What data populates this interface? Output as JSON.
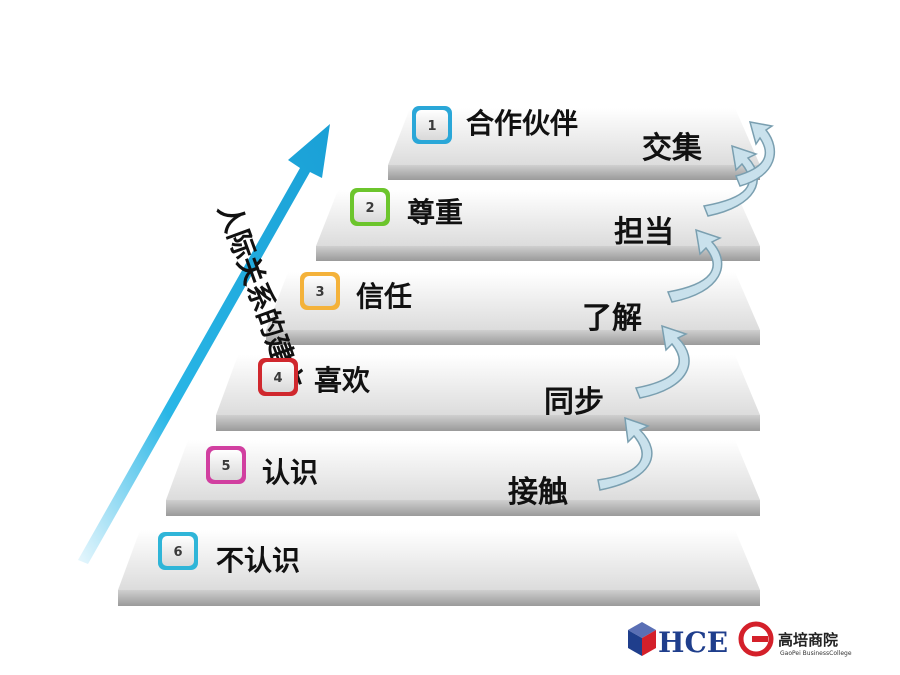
{
  "axis_label": "人际关系的建立",
  "levels": [
    {
      "num": "1",
      "label": "合作伙伴",
      "color": "#2aa7d8"
    },
    {
      "num": "2",
      "label": "尊重",
      "color": "#6cc52c"
    },
    {
      "num": "3",
      "label": "信任",
      "color": "#f4b23a"
    },
    {
      "num": "4",
      "label": "喜欢",
      "color": "#d0282e"
    },
    {
      "num": "5",
      "label": "认识",
      "color": "#d13fa0"
    },
    {
      "num": "6",
      "label": "不认识",
      "color": "#2fb5d8"
    }
  ],
  "actions": [
    "交集",
    "担当",
    "了解",
    "同步",
    "接触"
  ],
  "logo": {
    "hce": "HCE",
    "mark": "G",
    "cn": "高培商院",
    "en": "GaoPei BusinessCollege"
  },
  "colors": {
    "arrow": "#29b6e6",
    "curl": "#c9e1ec",
    "curl_stroke": "#7a9fb0",
    "logo_red": "#d4202a",
    "logo_blue": "#1f3e8c"
  }
}
